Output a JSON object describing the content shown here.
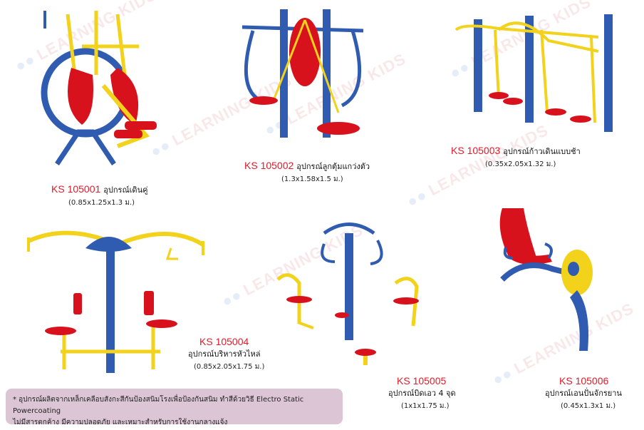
{
  "watermark": "LEARNING KIDS",
  "colors": {
    "blue": "#2f5bb0",
    "red": "#d8121d",
    "yellow": "#f2d21a",
    "code": "#e11b2a"
  },
  "products": [
    {
      "code": "KS 105001",
      "name": "อุปกรณ์เดินคู่",
      "size": "(0.85x1.25x1.3 ม.)"
    },
    {
      "code": "KS 105002",
      "name": "อุปกรณ์ลูกตุ้มแกว่งตัว",
      "size": "(1.3x1.58x1.5 ม.)"
    },
    {
      "code": "KS 105003",
      "name": "อุปกรณ์ก้าวเดินแบบช้า",
      "size": "(0.35x2.05x1.32 ม.)"
    },
    {
      "code": "KS 105004",
      "name": "อุปกรณ์บริหารหัวไหล่",
      "size": "(0.85x2.05x1.75 ม.)"
    },
    {
      "code": "KS 105005",
      "name": "อุปกรณ์บิดเอว 4 จุด",
      "size": "(1x1x1.75 ม.)"
    },
    {
      "code": "KS 105006",
      "name": "อุปกรณ์เอนปั่นจักรยาน",
      "size": "(0.45x1.3x1 ม.)"
    }
  ],
  "note": {
    "line1": "* อุปกรณ์ผลิตจากเหล็กเคลือบสังกะสีกันป้องสนิมโรงเพื่อป้องกันสนิม ทำสีด้วยวิธี Electro  Static Powercoating",
    "line2": "ไม่มีสารตกค้าง มีความปลอดภัย และเหมาะสำหรับการใช้งานกลางแจ้ง"
  }
}
